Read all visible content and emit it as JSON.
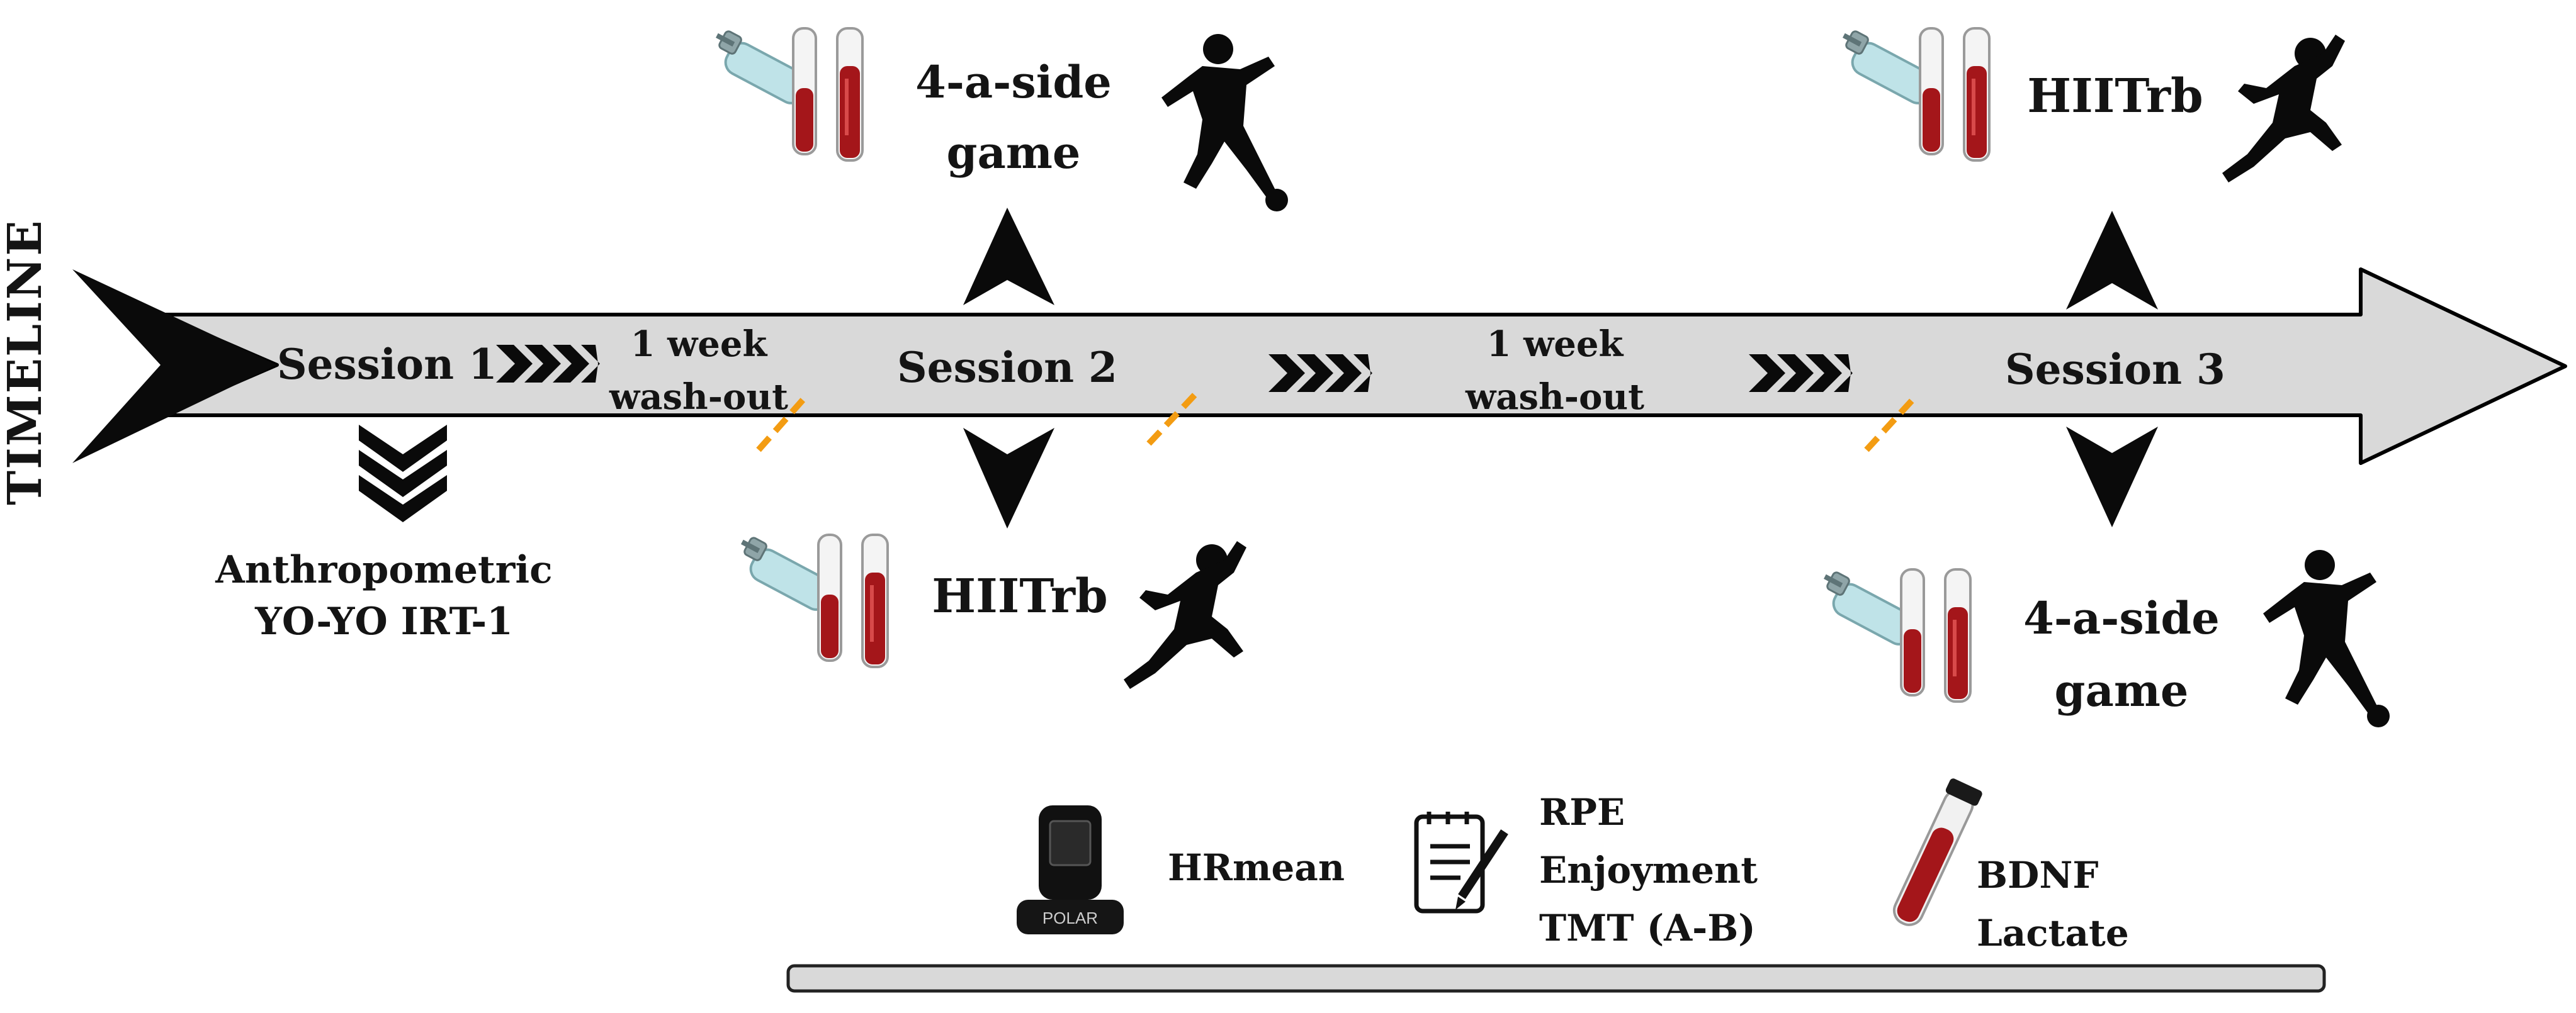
{
  "timeline_label": "TIMELINE",
  "sessions": [
    {
      "label": "Session 1",
      "measures": [
        "Anthropometric",
        "YO-YO IRT-1"
      ]
    },
    {
      "label": "Session 2",
      "top_activity": [
        "4-a-side",
        "game"
      ],
      "bottom_activity": [
        "HIITrb"
      ]
    },
    {
      "label": "Session 3",
      "top_activity": [
        "HIITrb"
      ],
      "bottom_activity": [
        "4-a-side",
        "game"
      ]
    }
  ],
  "washouts": [
    {
      "lines": [
        "1 week",
        "wash-out"
      ]
    },
    {
      "lines": [
        "1 week",
        "wash-out"
      ]
    }
  ],
  "legend": [
    {
      "icon": "heart-rate-monitor-icon",
      "lines": [
        "HRmean"
      ]
    },
    {
      "icon": "clipboard-icon",
      "lines": [
        "RPE",
        "Enjoyment",
        "TMT (A-B)"
      ]
    },
    {
      "icon": "blood-tube-icon",
      "lines": [
        "BDNF",
        "Lactate"
      ]
    }
  ],
  "colors": {
    "arrow_fill": "#d9d9d9",
    "arrow_outline": "#000000",
    "blood": "#a4161a",
    "break_mark": "#f39c12",
    "syringe": "#bfe3e8"
  }
}
